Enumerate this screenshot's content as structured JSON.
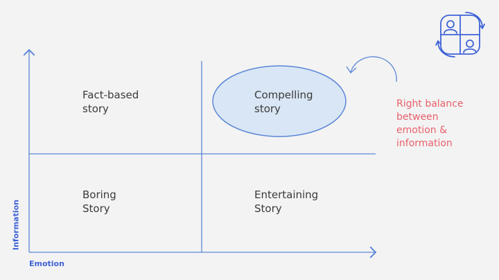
{
  "axes": {
    "x_label": "Emotion",
    "y_label": "Information"
  },
  "quadrants": {
    "top_left": {
      "line1": "Fact-based",
      "line2": "story"
    },
    "top_right": {
      "line1": "Compelling",
      "line2": "story"
    },
    "bottom_left": {
      "line1": "Boring",
      "line2": "Story"
    },
    "bottom_right": {
      "line1": "Entertaining",
      "line2": "Story"
    }
  },
  "callout": {
    "line1": "Right balance",
    "line2": "between",
    "line3": "emotion &",
    "line4": "information"
  },
  "icons": {
    "corner": "people-exchange-icon"
  },
  "colors": {
    "axis": "#5b86d6",
    "highlight_fill": "#d9e6f5",
    "highlight_stroke": "#5b86d6",
    "callout_text": "#e8616b",
    "axis_label": "#3f63d8"
  }
}
